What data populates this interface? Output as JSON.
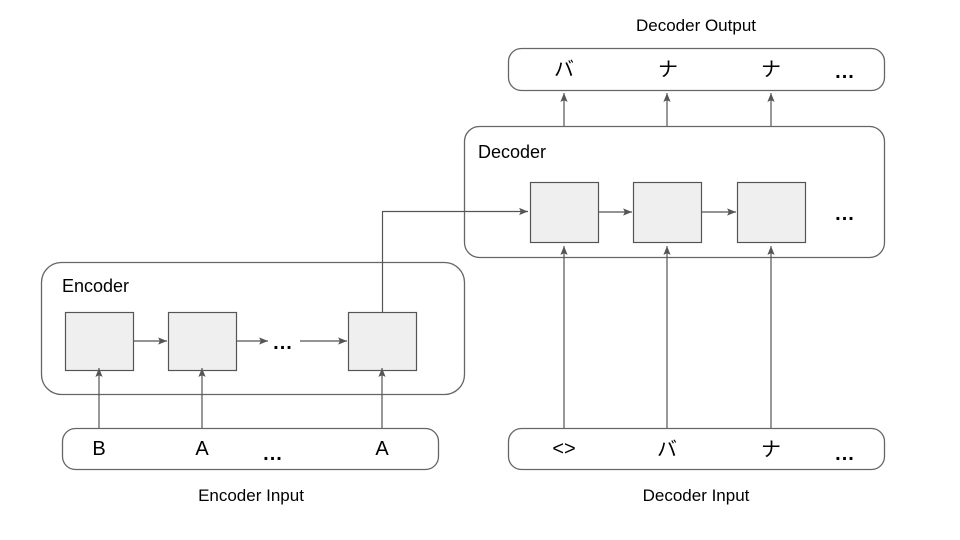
{
  "diagram": {
    "title_decoder_output": "Decoder Output",
    "caption_encoder_input": "Encoder Input",
    "caption_decoder_input": "Decoder Input",
    "encoder_label": "Encoder",
    "decoder_label": "Decoder",
    "ellipsis": "...",
    "colors": {
      "cell_fill": "#efefef",
      "stroke": "#555555",
      "box_stroke": "#666666",
      "text": "#000000",
      "background": "#ffffff"
    },
    "encoder_input_tokens": [
      {
        "text": "B"
      },
      {
        "text": "A"
      },
      {
        "text": "..."
      },
      {
        "text": "A"
      }
    ],
    "decoder_input_tokens": [
      {
        "text": "<>"
      },
      {
        "text": "バ"
      },
      {
        "text": "ナ"
      },
      {
        "text": "..."
      }
    ],
    "decoder_output_tokens": [
      {
        "text": "バ"
      },
      {
        "text": "ナ"
      },
      {
        "text": "ナ"
      },
      {
        "text": "..."
      }
    ],
    "encoder_cells": [
      {
        "name": "encoder-cell-1"
      },
      {
        "name": "encoder-cell-2"
      },
      {
        "name": "encoder-cell-3"
      }
    ],
    "decoder_cells": [
      {
        "name": "decoder-cell-1"
      },
      {
        "name": "decoder-cell-2"
      },
      {
        "name": "decoder-cell-3"
      }
    ]
  }
}
